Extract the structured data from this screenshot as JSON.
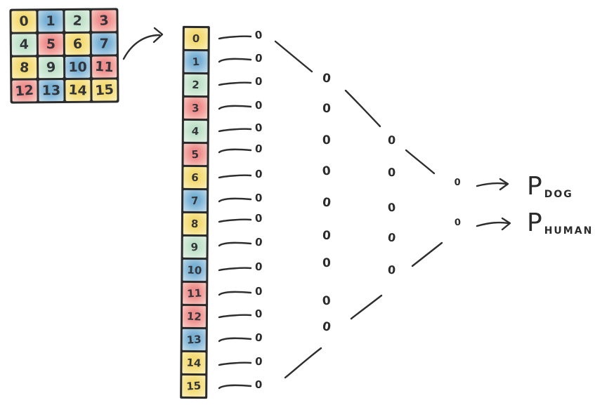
{
  "palette": {
    "yellow": {
      "base": "#f3da72",
      "soft": "#fbf0bb"
    },
    "blue": {
      "base": "#78b0d4",
      "soft": "#c9e0ee"
    },
    "green": {
      "base": "#bfe1c9",
      "soft": "#e7f3e8"
    },
    "red": {
      "base": "#ee8d8b",
      "soft": "#f9d2ca"
    },
    "ink": "#2b2b2b"
  },
  "input_grid": {
    "rows": 4,
    "cols": 4,
    "cells": [
      {
        "label": "0",
        "color": "yellow"
      },
      {
        "label": "1",
        "color": "blue"
      },
      {
        "label": "2",
        "color": "green"
      },
      {
        "label": "3",
        "color": "red"
      },
      {
        "label": "4",
        "color": "green"
      },
      {
        "label": "5",
        "color": "red"
      },
      {
        "label": "6",
        "color": "yellow"
      },
      {
        "label": "7",
        "color": "blue"
      },
      {
        "label": "8",
        "color": "yellow"
      },
      {
        "label": "9",
        "color": "green"
      },
      {
        "label": "10",
        "color": "blue"
      },
      {
        "label": "11",
        "color": "red"
      },
      {
        "label": "12",
        "color": "red"
      },
      {
        "label": "13",
        "color": "blue"
      },
      {
        "label": "14",
        "color": "yellow"
      },
      {
        "label": "15",
        "color": "yellow"
      }
    ]
  },
  "flatten_vector": {
    "cells": [
      {
        "label": "0",
        "color": "yellow"
      },
      {
        "label": "1",
        "color": "blue"
      },
      {
        "label": "2",
        "color": "green"
      },
      {
        "label": "3",
        "color": "red"
      },
      {
        "label": "4",
        "color": "green"
      },
      {
        "label": "5",
        "color": "red"
      },
      {
        "label": "6",
        "color": "yellow"
      },
      {
        "label": "7",
        "color": "blue"
      },
      {
        "label": "8",
        "color": "yellow"
      },
      {
        "label": "9",
        "color": "green"
      },
      {
        "label": "10",
        "color": "blue"
      },
      {
        "label": "11",
        "color": "red"
      },
      {
        "label": "12",
        "color": "red"
      },
      {
        "label": "13",
        "color": "blue"
      },
      {
        "label": "14",
        "color": "yellow"
      },
      {
        "label": "15",
        "color": "yellow"
      }
    ]
  },
  "network": {
    "layers": [
      {
        "name": "input-layer",
        "neurons": [
          "0",
          "0",
          "0",
          "0",
          "0",
          "0",
          "0",
          "0",
          "0",
          "0",
          "0",
          "0",
          "0",
          "0",
          "0",
          "0"
        ]
      },
      {
        "name": "hidden-layer-1",
        "neurons": [
          "0",
          "0",
          "0",
          "0",
          "0",
          "0",
          "0",
          "0",
          "0"
        ]
      },
      {
        "name": "hidden-layer-2",
        "neurons": [
          "0",
          "0",
          "0",
          "0",
          "0"
        ]
      },
      {
        "name": "output-layer",
        "neurons": [
          "0",
          "0"
        ]
      }
    ]
  },
  "outputs": [
    {
      "letter": "P",
      "subscript": "DOG"
    },
    {
      "letter": "P",
      "subscript": "HUMAN"
    }
  ]
}
